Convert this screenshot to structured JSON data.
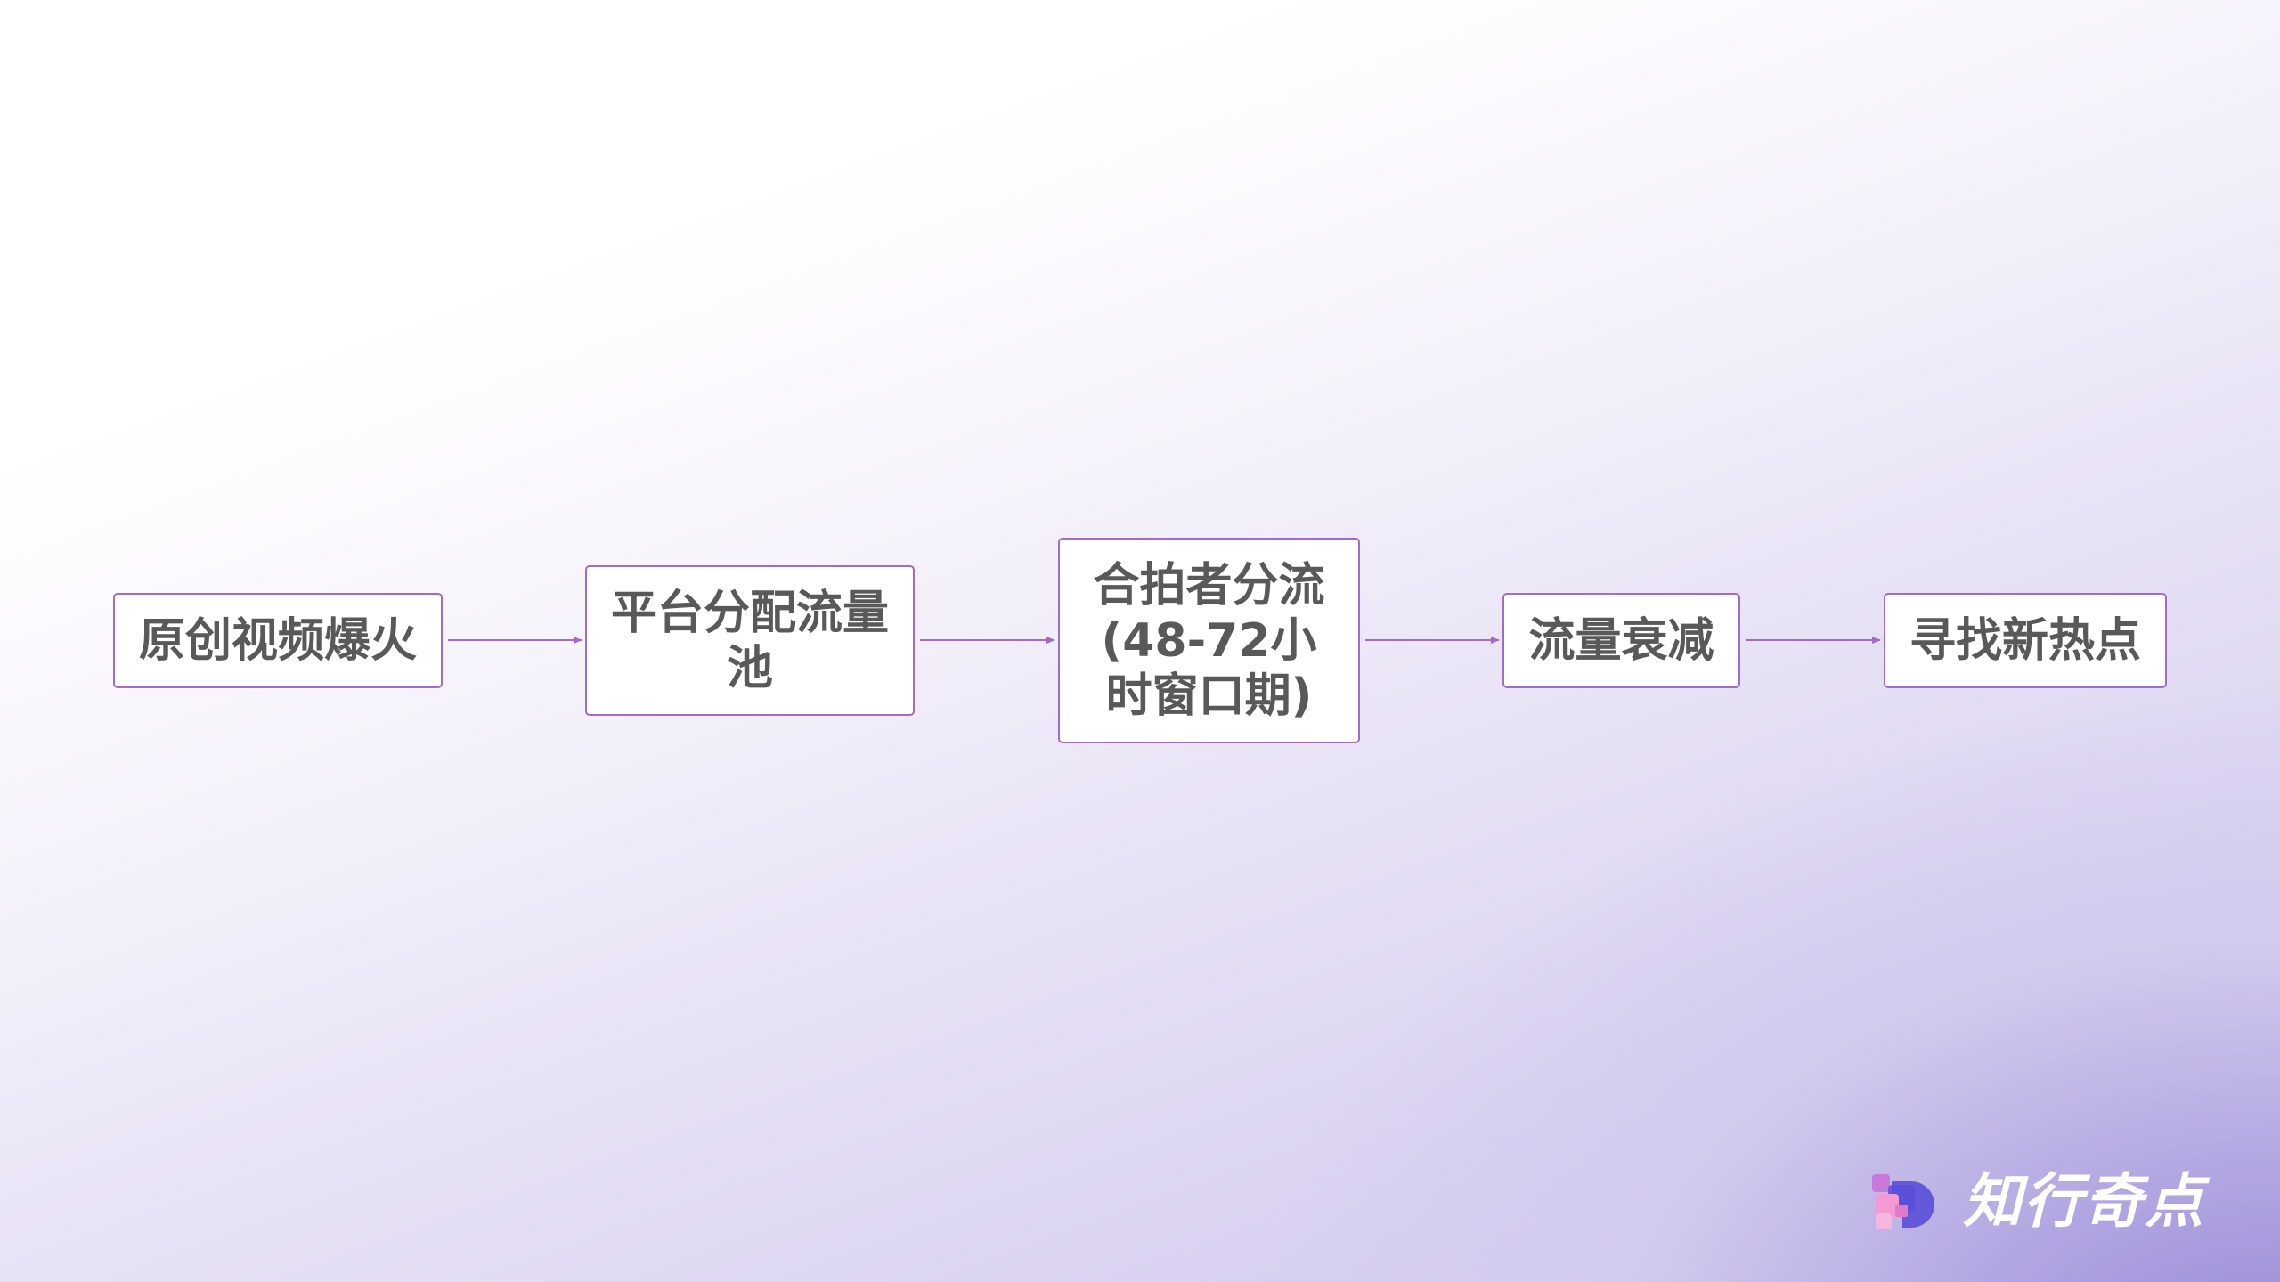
{
  "flow": {
    "nodes": [
      {
        "label": "原创视频爆火"
      },
      {
        "label": "平台分配流量池"
      },
      {
        "label": "合拍者分流(48-72小时窗口期)"
      },
      {
        "label": "流量衰减"
      },
      {
        "label": "寻找新热点"
      }
    ],
    "edges": [
      {
        "from": "原创视频爆火",
        "to": "平台分配流量池"
      },
      {
        "from": "平台分配流量池",
        "to": "合拍者分流(48-72小时窗口期)"
      },
      {
        "from": "合拍者分流(48-72小时窗口期)",
        "to": "流量衰减"
      },
      {
        "from": "流量衰减",
        "to": "寻找新热点"
      }
    ]
  },
  "logo": {
    "text": "知行奇点",
    "icon": "brand-logo-icon"
  },
  "colors": {
    "node_border": "#a36bc9",
    "arrow": "#a36bc9",
    "node_text": "#595959"
  }
}
